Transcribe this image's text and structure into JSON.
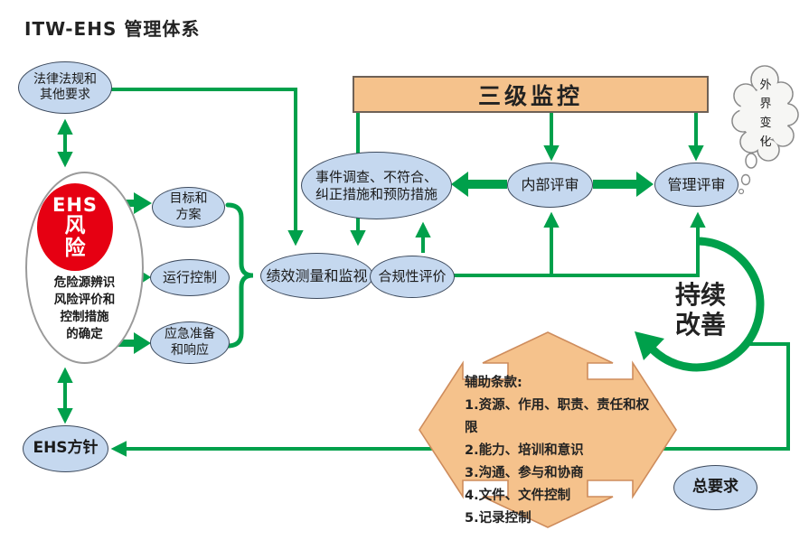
{
  "title": "ITW-EHS 管理体系",
  "colors": {
    "green": "#00A04B",
    "blue_fill": "#C5D8EF",
    "blue_border": "#3D4A5D",
    "orange_fill": "#F5C28C",
    "orange_bar_border": "#6E6156",
    "diamond_border": "#CE8C5C",
    "red": "#E60012"
  },
  "nodes": {
    "legal": {
      "line1": "法律法规和",
      "line2": "其他要求"
    },
    "ehs_risk": {
      "badge_line1": "EHS",
      "badge_line2": "风",
      "badge_line3": "险",
      "desc_line1": "危险源辨识",
      "desc_line2": "风险评价和",
      "desc_line3": "控制措施",
      "desc_line4": "的确定"
    },
    "objectives": {
      "line1": "目标和",
      "line2": "方案"
    },
    "operation_control": {
      "label": "运行控制"
    },
    "emergency": {
      "line1": "应急准备",
      "line2": "和响应"
    },
    "monitoring_bar": {
      "label": "三级监控"
    },
    "incident": {
      "line1": "事件调查、不符合、",
      "line2": "纠正措施和预防措施"
    },
    "performance": {
      "label": "绩效测量和监视"
    },
    "compliance": {
      "label": "合规性评价"
    },
    "internal_audit": {
      "label": "内部评审"
    },
    "management_review": {
      "label": "管理评审"
    },
    "external_change": {
      "chars": [
        "外",
        "界",
        "变",
        "化"
      ]
    },
    "continuous_improvement": {
      "line1": "持续",
      "line2": "改善"
    },
    "aux_clauses": {
      "title": "辅助条款:",
      "items": [
        "1.资源、作用、职责、责任和权限",
        "2.能力、培训和意识",
        "3.沟通、参与和协商",
        "4.文件、文件控制",
        "5.记录控制"
      ]
    },
    "policy": {
      "label": "EHS方针"
    },
    "general_requirement": {
      "label": "总要求"
    }
  }
}
